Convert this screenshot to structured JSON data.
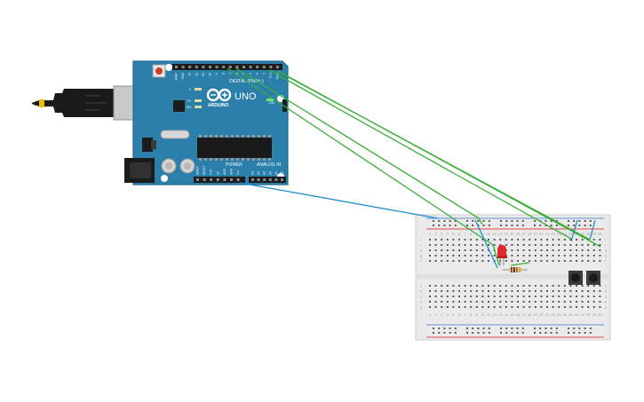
{
  "board": {
    "logo_text": "ARDUINO",
    "model": "UNO",
    "digital_label": "DIGITAL (PWM~)",
    "power_label": "POWER",
    "analog_label": "ANALOG IN",
    "on_label": "ON",
    "led_labels": [
      "L",
      "TX",
      "RX"
    ],
    "top_pins": [
      "AREF",
      "GND",
      "13",
      "12",
      "~11",
      "~10",
      "~9",
      "8",
      "7",
      "~6",
      "~5",
      "4",
      "~3",
      "2",
      "TX 1",
      "RX 0"
    ],
    "power_pins": [
      "IOREF",
      "RESET",
      "3.3V",
      "5V",
      "GND",
      "GND",
      "Vin"
    ],
    "analog_pins": [
      "A0",
      "A1",
      "A2",
      "A3",
      "A4",
      "A5"
    ]
  },
  "breadboard": {
    "row_letters_top": [
      "j",
      "i",
      "h",
      "g",
      "f"
    ],
    "row_letters_bottom": [
      "e",
      "d",
      "c",
      "b",
      "a"
    ],
    "column_count": 30
  },
  "colors": {
    "board": "#2a7fab",
    "board_edge": "#1f6a91",
    "wire_green": "#3cae3a",
    "wire_blue": "#1e8fd0",
    "rail_red": "#e04848",
    "rail_blue": "#3a74c8",
    "led": "#e02a2a"
  }
}
